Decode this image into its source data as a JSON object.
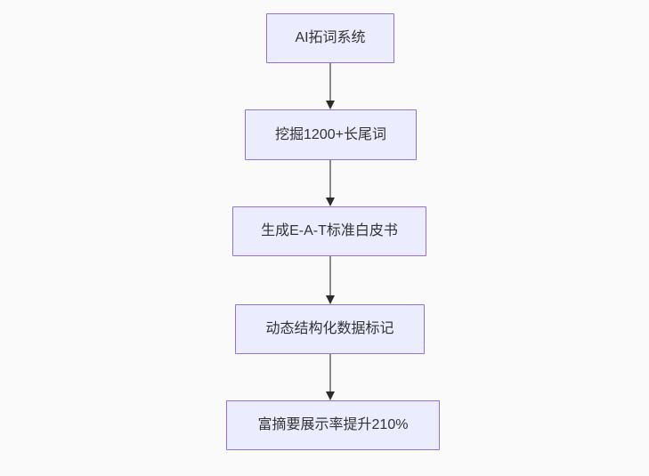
{
  "diagram": {
    "type": "flowchart",
    "direction": "top-down",
    "nodes": [
      {
        "id": "node-1",
        "label": "AI拓词系统"
      },
      {
        "id": "node-2",
        "label": "挖掘1200+长尾词"
      },
      {
        "id": "node-3",
        "label": "生成E-A-T标准白皮书"
      },
      {
        "id": "node-4",
        "label": "动态结构化数据标记"
      },
      {
        "id": "node-5",
        "label": "富摘要展示率提升210%"
      }
    ],
    "edges": [
      {
        "from": "node-1",
        "to": "node-2"
      },
      {
        "from": "node-2",
        "to": "node-3"
      },
      {
        "from": "node-3",
        "to": "node-4"
      },
      {
        "from": "node-4",
        "to": "node-5"
      }
    ]
  },
  "colors": {
    "background": "#FAFAFA",
    "node_fill": "#ECECFF",
    "node_border": "#9370DB",
    "node_text": "#333333",
    "edge_line": "#8a8a8a",
    "edge_arrowhead": "#2b2b2b"
  }
}
